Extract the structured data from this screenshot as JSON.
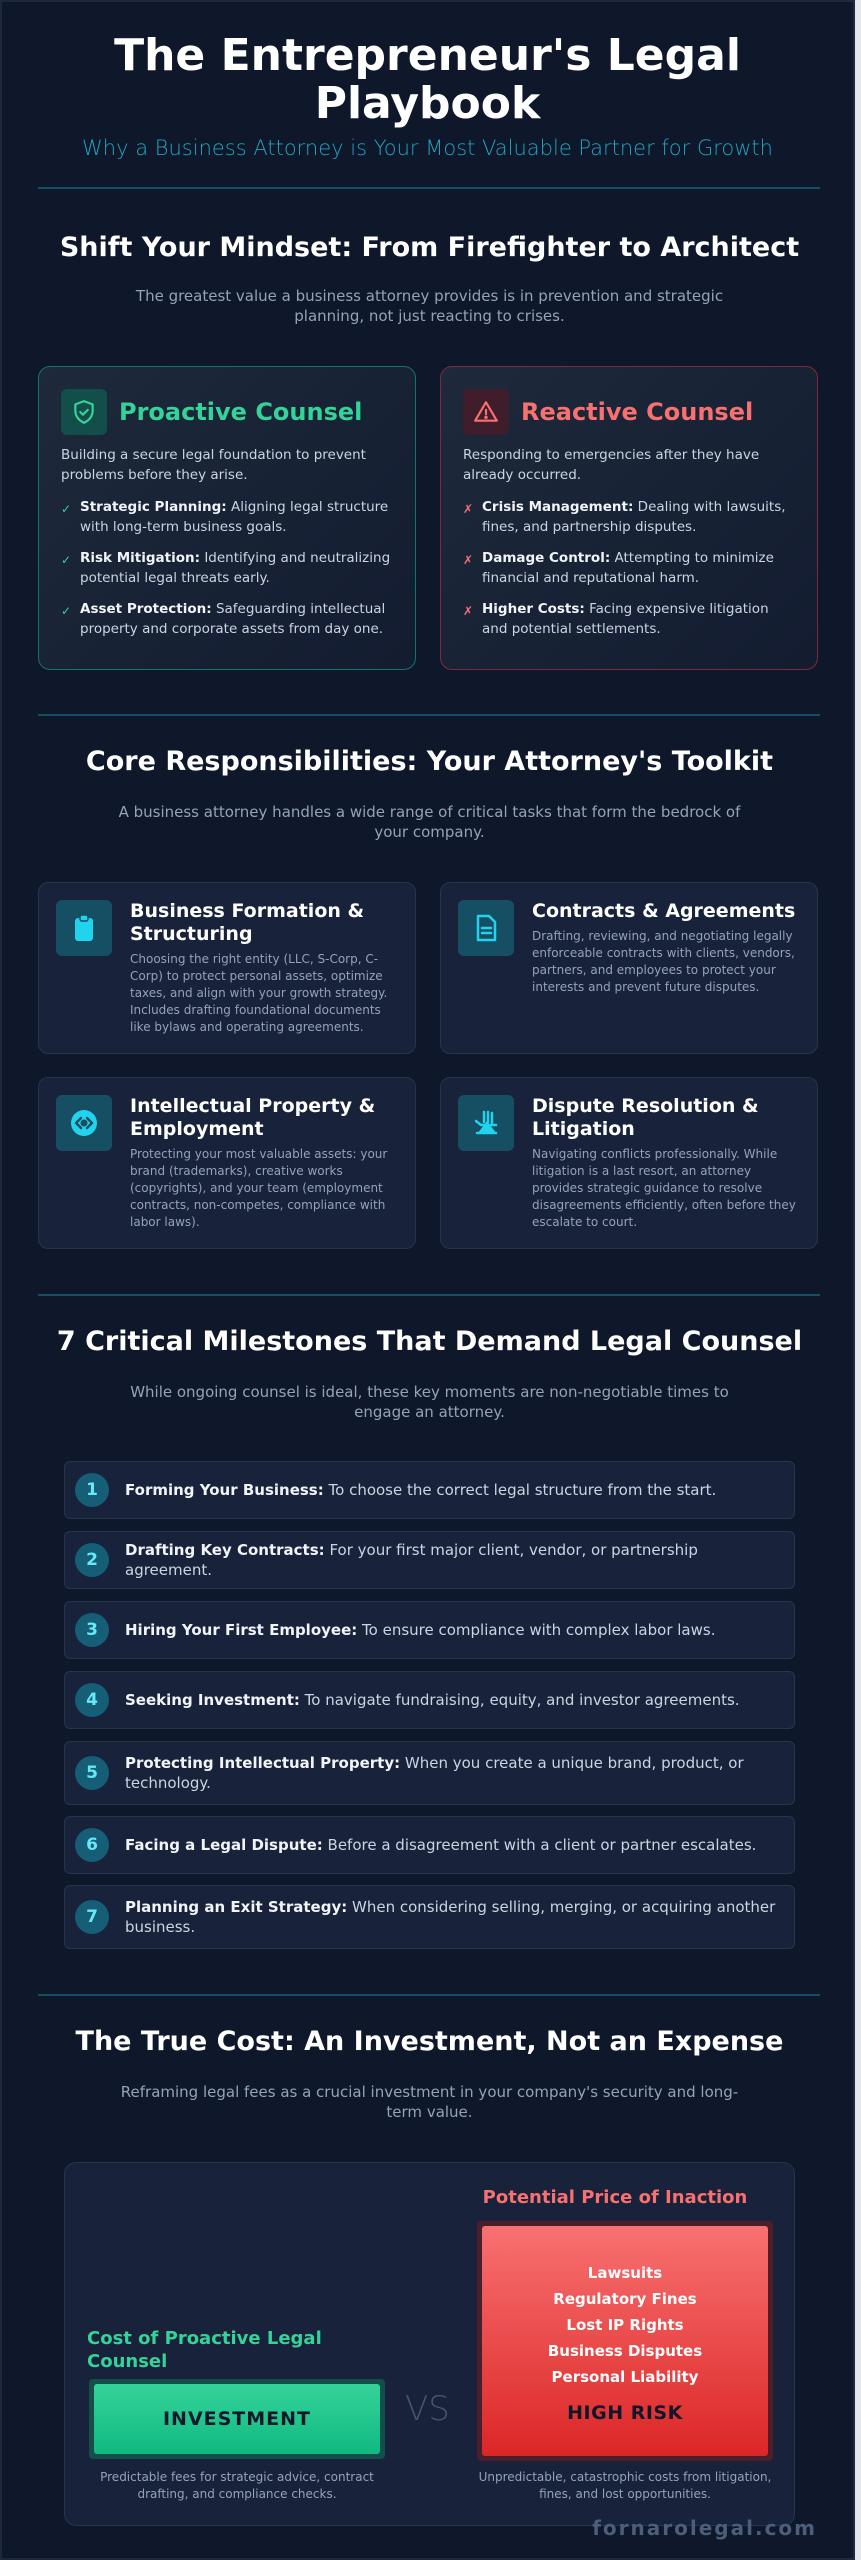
{
  "header": {
    "title": "The Entrepreneur's Legal Playbook",
    "subtitle": "Why a Business Attorney is Your Most Valuable Partner for Growth"
  },
  "mindset": {
    "title": "Shift Your Mindset: From Firefighter to Architect",
    "subtitle": "The greatest value a business attorney provides is in prevention and strategic planning, not just reacting to crises.",
    "proactive": {
      "icon": "shield-check-icon",
      "title": "Proactive Counsel",
      "description": "Building a secure legal foundation to prevent problems before they arise.",
      "mark": "✓",
      "items": [
        {
          "label": "Strategic Planning:",
          "text": "Aligning legal structure with long-term business goals."
        },
        {
          "label": "Risk Mitigation:",
          "text": "Identifying and neutralizing potential legal threats early."
        },
        {
          "label": "Asset Protection:",
          "text": "Safeguarding intellectual property and corporate assets from day one."
        }
      ]
    },
    "reactive": {
      "icon": "warning-triangle-icon",
      "title": "Reactive Counsel",
      "description": "Responding to emergencies after they have already occurred.",
      "mark": "✗",
      "items": [
        {
          "label": "Crisis Management:",
          "text": "Dealing with lawsuits, fines, and partnership disputes."
        },
        {
          "label": "Damage Control:",
          "text": "Attempting to minimize financial and reputational harm."
        },
        {
          "label": "Higher Costs:",
          "text": "Facing expensive litigation and potential settlements."
        }
      ]
    }
  },
  "toolkit": {
    "title": "Core Responsibilities: Your Attorney's Toolkit",
    "subtitle": "A business attorney handles a wide range of critical tasks that form the bedrock of your company.",
    "cards": [
      {
        "icon": "clipboard-icon",
        "title": "Business Formation & Structuring",
        "description": "Choosing the right entity (LLC, S-Corp, C-Corp) to protect personal assets, optimize taxes, and align with your growth strategy. Includes drafting foundational documents like bylaws and operating agreements."
      },
      {
        "icon": "document-icon",
        "title": "Contracts & Agreements",
        "description": "Drafting, reviewing, and negotiating legally enforceable contracts with clients, vendors, partners, and employees to protect your interests and prevent future disputes."
      },
      {
        "icon": "ip-eye-icon",
        "title": "Intellectual Property & Employment",
        "description": "Protecting your most valuable assets: your brand (trademarks), creative works (copyrights), and your team (employment contracts, non-competes, compliance with labor laws)."
      },
      {
        "icon": "gavel-hand-icon",
        "title": "Dispute Resolution & Litigation",
        "description": "Navigating conflicts professionally. While litigation is a last resort, an attorney provides strategic guidance to resolve disagreements efficiently, often before they escalate to court."
      }
    ]
  },
  "milestones": {
    "title": "7 Critical Milestones That Demand Legal Counsel",
    "subtitle": "While ongoing counsel is ideal, these key moments are non-negotiable times to engage an attorney.",
    "items": [
      {
        "num": "1",
        "label": "Forming Your Business:",
        "text": "To choose the correct legal structure from the start."
      },
      {
        "num": "2",
        "label": "Drafting Key Contracts:",
        "text": "For your first major client, vendor, or partnership agreement."
      },
      {
        "num": "3",
        "label": "Hiring Your First Employee:",
        "text": "To ensure compliance with complex labor laws."
      },
      {
        "num": "4",
        "label": "Seeking Investment:",
        "text": "To navigate fundraising, equity, and investor agreements."
      },
      {
        "num": "5",
        "label": "Protecting Intellectual Property:",
        "text": "When you create a unique brand, product, or technology."
      },
      {
        "num": "6",
        "label": "Facing a Legal Dispute:",
        "text": "Before a disagreement with a client or partner escalates."
      },
      {
        "num": "7",
        "label": "Planning an Exit Strategy:",
        "text": "When considering selling, merging, or acquiring another business."
      }
    ]
  },
  "cost": {
    "title": "The True Cost: An Investment, Not an Expense",
    "subtitle": "Reframing legal fees as a crucial investment in your company's security and long-term value.",
    "proactive_title": "Cost of Proactive Legal Counsel",
    "proactive_label": "INVESTMENT",
    "proactive_note": "Predictable fees for strategic advice, contract drafting, and compliance checks.",
    "vs": "VS",
    "inaction_title": "Potential Price of Inaction",
    "inaction_items": [
      "Lawsuits",
      "Regulatory Fines",
      "Lost IP Rights",
      "Business Disputes",
      "Personal Liability"
    ],
    "inaction_label": "HIGH RISK",
    "inaction_note": "Unpredictable, catastrophic costs from litigation, fines, and lost opportunities."
  },
  "footer": {
    "brand": "fornarolegal.com"
  },
  "colors": {
    "background": "#0f172a",
    "accent_cyan": "#22d3ee",
    "proactive_green": "#34d399",
    "reactive_red": "#f87171",
    "divider": "#164e63"
  }
}
